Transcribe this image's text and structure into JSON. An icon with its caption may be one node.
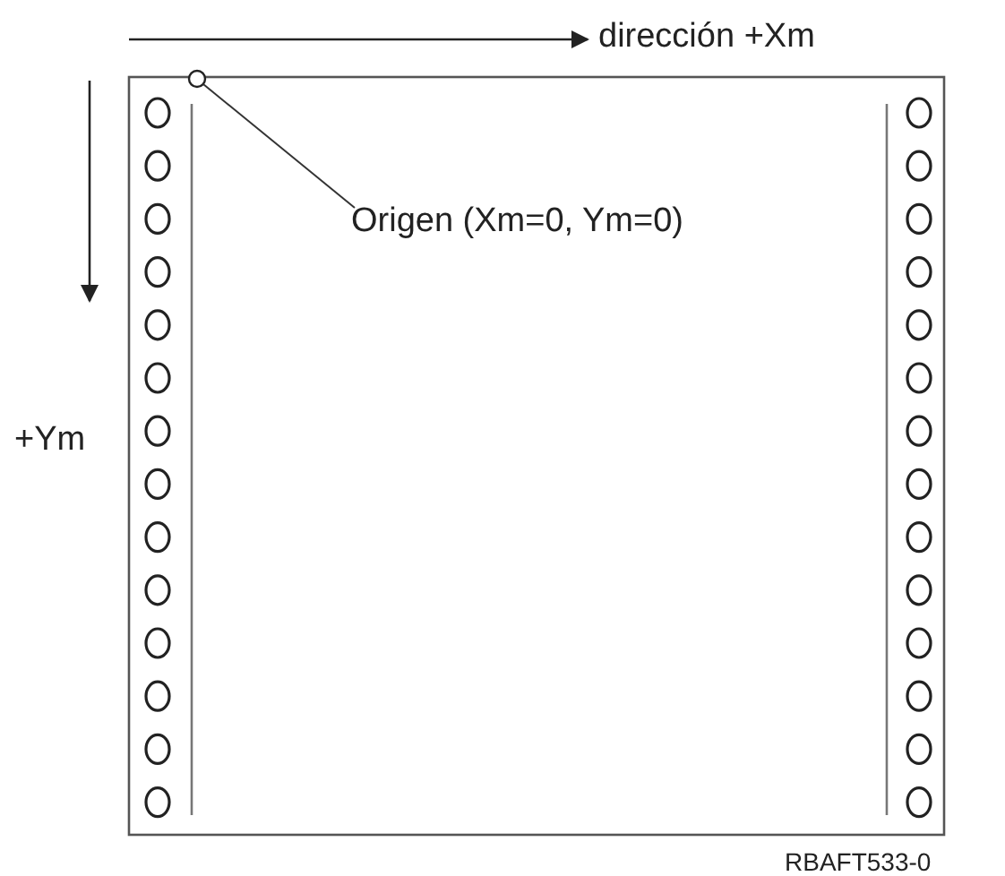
{
  "diagram": {
    "nodes": [
      {
        "text": [
          "Origen (Xm=0, Ym=0)"
        ]
      },
      {
        "text": [],
        "shape": "circle"
      }
    ],
    "edges": [
      {
        "from": 0,
        "to": 1,
        "arrow": "none"
      }
    ],
    "labels": [
      "dirección +Xm",
      "+Ym",
      "RBAFT533-0"
    ]
  }
}
